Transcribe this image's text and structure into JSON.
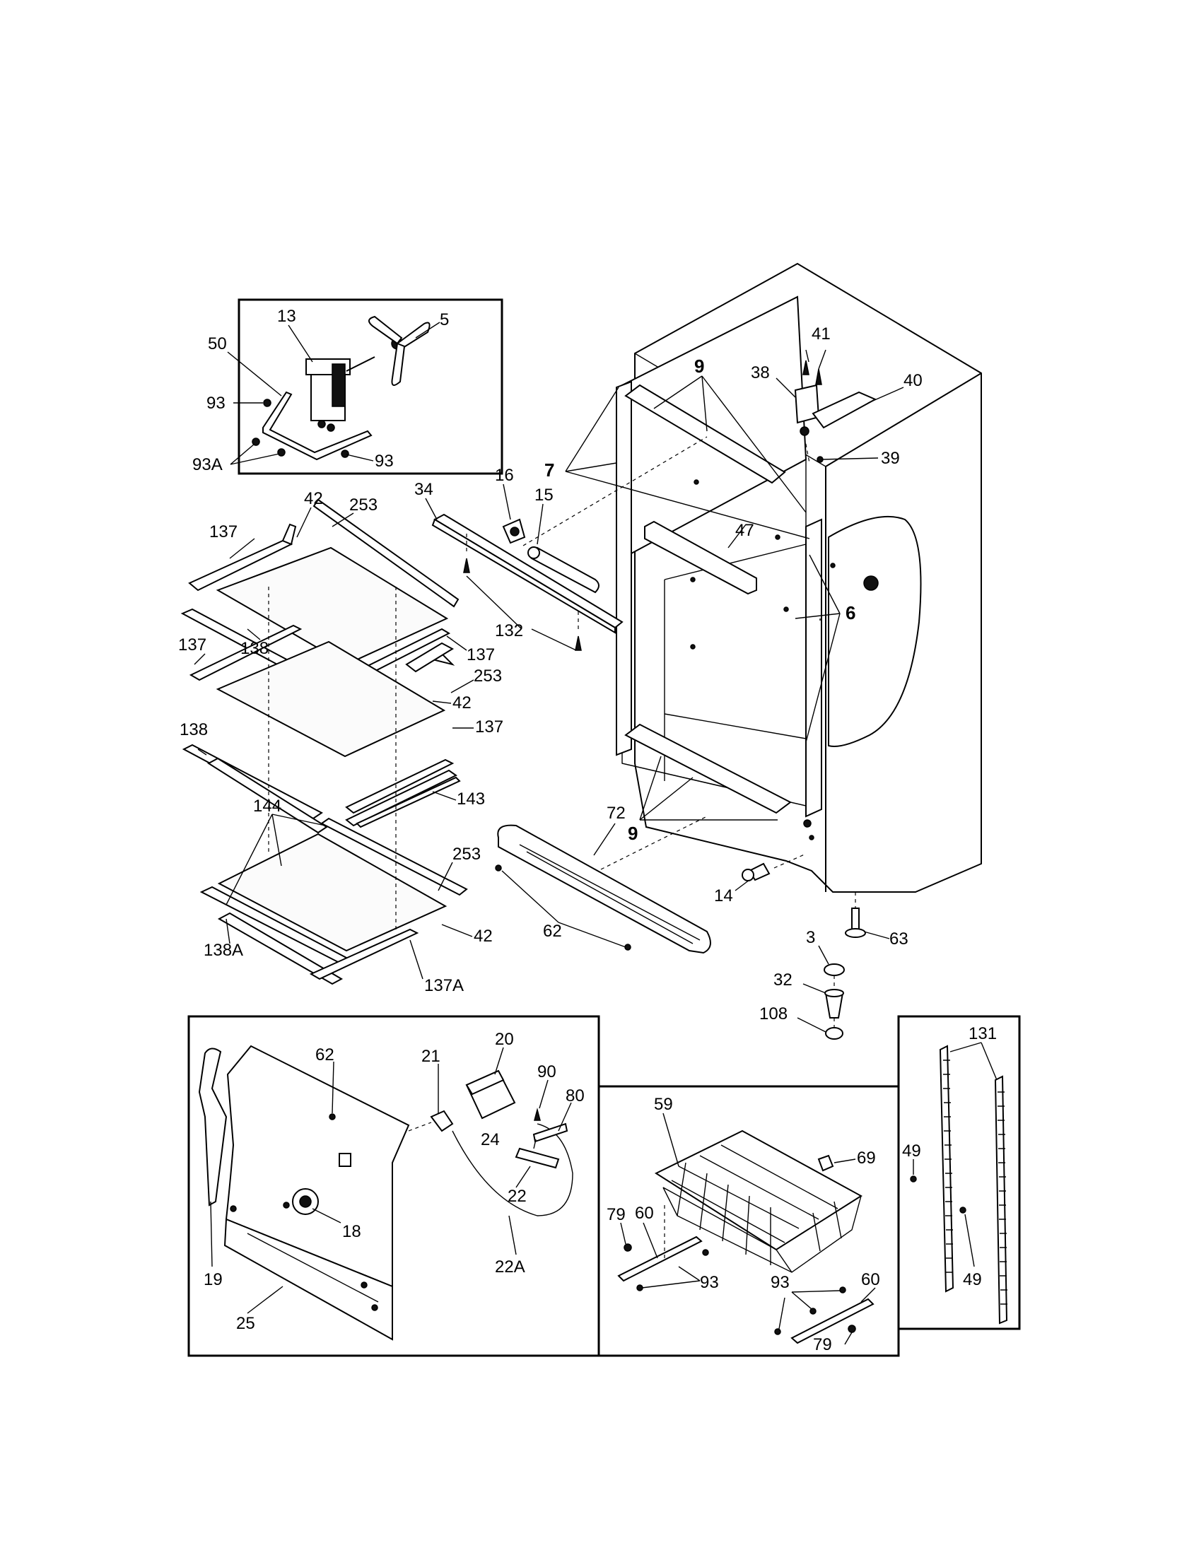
{
  "labels": {
    "13": "13",
    "5": "5",
    "50": "50",
    "93": "93",
    "93A": "93A",
    "41": "41",
    "38": "38",
    "40": "40",
    "39": "39",
    "9": "9",
    "7": "7",
    "16": "16",
    "15": "15",
    "34": "34",
    "47": "47",
    "132": "132",
    "6": "6",
    "42": "42",
    "253": "253",
    "137": "137",
    "138": "138",
    "143": "143",
    "144": "144",
    "138A": "138A",
    "137A": "137A",
    "72": "72",
    "62": "62",
    "14": "14",
    "63": "63",
    "3": "3",
    "32": "32",
    "108": "108",
    "20": "20",
    "21": "21",
    "90": "90",
    "80": "80",
    "24": "24",
    "22": "22",
    "22A": "22A",
    "18": "18",
    "19": "19",
    "25": "25",
    "59": "59",
    "69": "69",
    "79": "79",
    "60": "60",
    "131": "131",
    "49": "49"
  }
}
